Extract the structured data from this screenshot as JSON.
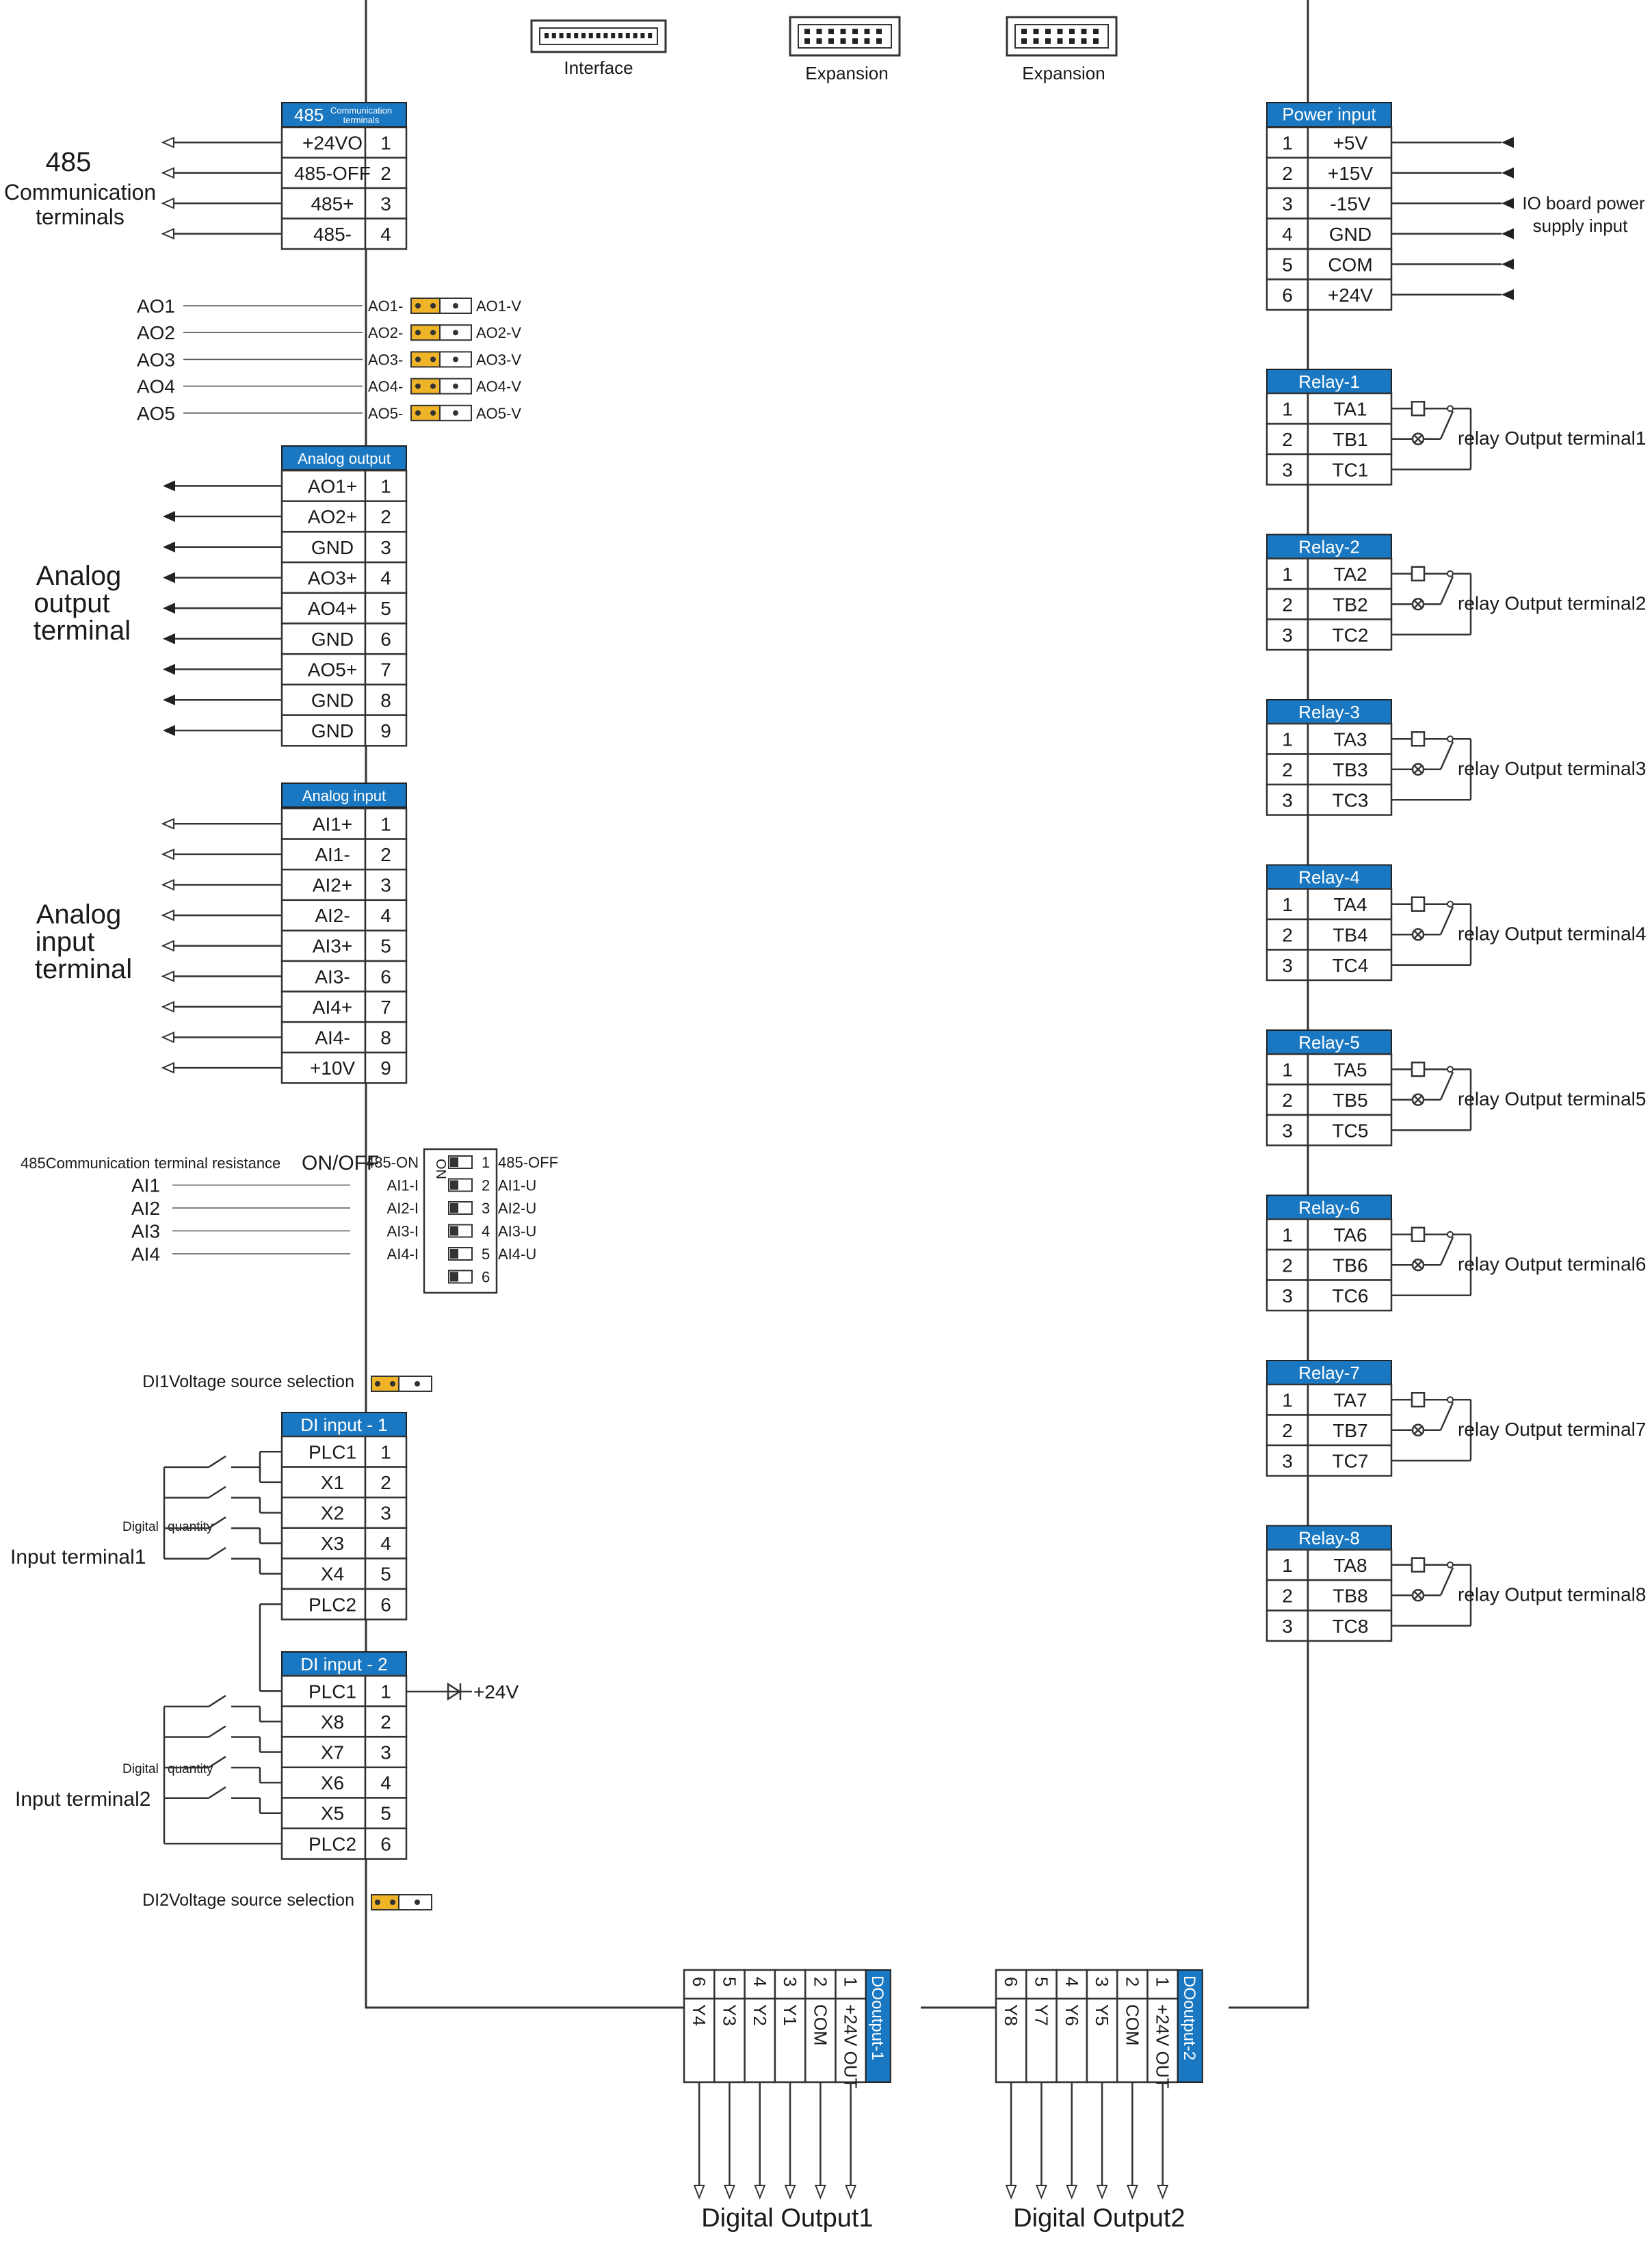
{
  "top_connectors": {
    "interface": "Interface",
    "expansion1": "Expansion",
    "expansion2": "Expansion"
  },
  "comm": {
    "header_big": "485",
    "header_small1": "Communication",
    "header_small2": "terminals",
    "side_label": [
      "485",
      "Communication",
      "terminals"
    ],
    "rows": [
      {
        "name": "+24VO",
        "num": "1"
      },
      {
        "name": "485-OFF",
        "num": "2"
      },
      {
        "name": "485+",
        "num": "3"
      },
      {
        "name": "485-",
        "num": "4"
      }
    ]
  },
  "ao_jumpers": [
    {
      "left": "AO1",
      "pin": "AO1-",
      "right": "AO1-V"
    },
    {
      "left": "AO2",
      "pin": "AO2-",
      "right": "AO2-V"
    },
    {
      "left": "AO3",
      "pin": "AO3-",
      "right": "AO3-V"
    },
    {
      "left": "AO4",
      "pin": "AO4-",
      "right": "AO4-V"
    },
    {
      "left": "AO5",
      "pin": "AO5-",
      "right": "AO5-V"
    }
  ],
  "analog_output": {
    "header": "Analog output",
    "side_label": [
      "Analog",
      "output",
      "terminal"
    ],
    "rows": [
      {
        "name": "AO1+",
        "num": "1"
      },
      {
        "name": "AO2+",
        "num": "2"
      },
      {
        "name": "GND",
        "num": "3"
      },
      {
        "name": "AO3+",
        "num": "4"
      },
      {
        "name": "AO4+",
        "num": "5"
      },
      {
        "name": "GND",
        "num": "6"
      },
      {
        "name": "AO5+",
        "num": "7"
      },
      {
        "name": "GND",
        "num": "8"
      },
      {
        "name": "GND",
        "num": "9"
      }
    ]
  },
  "analog_input": {
    "header": "Analog input",
    "side_label": [
      "Analog",
      "input",
      "terminal"
    ],
    "rows": [
      {
        "name": "AI1+",
        "num": "1"
      },
      {
        "name": "AI1-",
        "num": "2"
      },
      {
        "name": "AI2+",
        "num": "3"
      },
      {
        "name": "AI2-",
        "num": "4"
      },
      {
        "name": "AI3+",
        "num": "5"
      },
      {
        "name": "AI3-",
        "num": "6"
      },
      {
        "name": "AI4+",
        "num": "7"
      },
      {
        "name": "AI4-",
        "num": "8"
      },
      {
        "name": "+10V",
        "num": "9"
      }
    ]
  },
  "dip": {
    "title": "485Communication terminal resistance",
    "title_big": "ON/OFF",
    "on_label": "ON",
    "switches": [
      {
        "left": "",
        "pin": "485-ON",
        "num": "1",
        "right": "485-OFF"
      },
      {
        "left": "AI1",
        "pin": "AI1-I",
        "num": "2",
        "right": "AI1-U"
      },
      {
        "left": "AI2",
        "pin": "AI2-I",
        "num": "3",
        "right": "AI2-U"
      },
      {
        "left": "AI3",
        "pin": "AI3-I",
        "num": "4",
        "right": "AI3-U"
      },
      {
        "left": "AI4",
        "pin": "AI4-I",
        "num": "5",
        "right": "AI4-U"
      },
      {
        "left": "",
        "pin": "",
        "num": "6",
        "right": ""
      }
    ]
  },
  "di1_voltage": "DI1Voltage source selection",
  "di2_voltage": "DI2Voltage source selection",
  "di1": {
    "header": "DI input - 1",
    "side_label": "Input terminal1",
    "digital": [
      "Digital",
      "quantity"
    ],
    "rows": [
      {
        "name": "PLC1",
        "num": "1"
      },
      {
        "name": "X1",
        "num": "2"
      },
      {
        "name": "X2",
        "num": "3"
      },
      {
        "name": "X3",
        "num": "4"
      },
      {
        "name": "X4",
        "num": "5"
      },
      {
        "name": "PLC2",
        "num": "6"
      }
    ]
  },
  "di2": {
    "header": "DI input - 2",
    "side_label": "Input terminal2",
    "digital": [
      "Digital",
      "quantity"
    ],
    "plus24": "+24V",
    "rows": [
      {
        "name": "PLC1",
        "num": "1"
      },
      {
        "name": "X8",
        "num": "2"
      },
      {
        "name": "X7",
        "num": "3"
      },
      {
        "name": "X6",
        "num": "4"
      },
      {
        "name": "X5",
        "num": "5"
      },
      {
        "name": "PLC2",
        "num": "6"
      }
    ]
  },
  "power": {
    "header": "Power input",
    "side_label": [
      "IO board power",
      "supply input"
    ],
    "rows": [
      {
        "num": "1",
        "name": "+5V"
      },
      {
        "num": "2",
        "name": "+15V"
      },
      {
        "num": "3",
        "name": "-15V"
      },
      {
        "num": "4",
        "name": "GND"
      },
      {
        "num": "5",
        "name": "COM"
      },
      {
        "num": "6",
        "name": "+24V"
      }
    ]
  },
  "relays": [
    {
      "header": "Relay-1",
      "rows": [
        {
          "num": "1",
          "name": "TA1"
        },
        {
          "num": "2",
          "name": "TB1"
        },
        {
          "num": "3",
          "name": "TC1"
        }
      ],
      "label": "relay Output terminal1"
    },
    {
      "header": "Relay-2",
      "rows": [
        {
          "num": "1",
          "name": "TA2"
        },
        {
          "num": "2",
          "name": "TB2"
        },
        {
          "num": "3",
          "name": "TC2"
        }
      ],
      "label": "relay Output terminal2"
    },
    {
      "header": "Relay-3",
      "rows": [
        {
          "num": "1",
          "name": "TA3"
        },
        {
          "num": "2",
          "name": "TB3"
        },
        {
          "num": "3",
          "name": "TC3"
        }
      ],
      "label": "relay Output terminal3"
    },
    {
      "header": "Relay-4",
      "rows": [
        {
          "num": "1",
          "name": "TA4"
        },
        {
          "num": "2",
          "name": "TB4"
        },
        {
          "num": "3",
          "name": "TC4"
        }
      ],
      "label": "relay Output terminal4"
    },
    {
      "header": "Relay-5",
      "rows": [
        {
          "num": "1",
          "name": "TA5"
        },
        {
          "num": "2",
          "name": "TB5"
        },
        {
          "num": "3",
          "name": "TC5"
        }
      ],
      "label": "relay Output terminal5"
    },
    {
      "header": "Relay-6",
      "rows": [
        {
          "num": "1",
          "name": "TA6"
        },
        {
          "num": "2",
          "name": "TB6"
        },
        {
          "num": "3",
          "name": "TC6"
        }
      ],
      "label": "relay Output terminal6"
    },
    {
      "header": "Relay-7",
      "rows": [
        {
          "num": "1",
          "name": "TA7"
        },
        {
          "num": "2",
          "name": "TB7"
        },
        {
          "num": "3",
          "name": "TC7"
        }
      ],
      "label": "relay Output terminal7"
    },
    {
      "header": "Relay-8",
      "rows": [
        {
          "num": "1",
          "name": "TA8"
        },
        {
          "num": "2",
          "name": "TB8"
        },
        {
          "num": "3",
          "name": "TC8"
        }
      ],
      "label": "relay Output terminal8"
    }
  ],
  "dout1": {
    "header": "DOoutput-1",
    "bottom_label": "Digital Output1",
    "cols": [
      {
        "num": "6",
        "name": "Y4"
      },
      {
        "num": "5",
        "name": "Y3"
      },
      {
        "num": "4",
        "name": "Y2"
      },
      {
        "num": "3",
        "name": "Y1"
      },
      {
        "num": "2",
        "name": "COM"
      },
      {
        "num": "1",
        "name": "+24V OUT"
      }
    ]
  },
  "dout2": {
    "header": "DOoutput-2",
    "bottom_label": "Digital Output2",
    "cols": [
      {
        "num": "6",
        "name": "Y8"
      },
      {
        "num": "5",
        "name": "Y7"
      },
      {
        "num": "4",
        "name": "Y6"
      },
      {
        "num": "3",
        "name": "Y5"
      },
      {
        "num": "2",
        "name": "COM"
      },
      {
        "num": "1",
        "name": "+24V OUT"
      }
    ]
  }
}
